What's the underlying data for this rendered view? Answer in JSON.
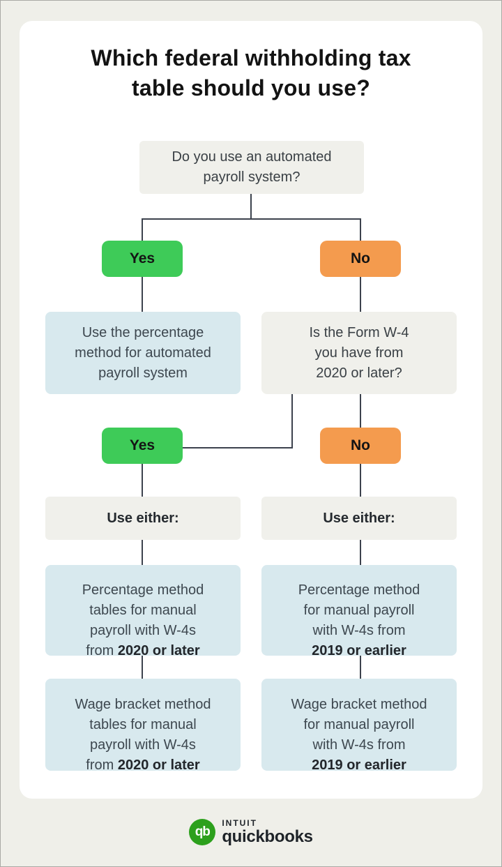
{
  "title": "Which federal withholding tax\ntable should you use?",
  "flowchart": {
    "question1": "Do you use an automated\npayroll system?",
    "branch1": {
      "yes": "Yes",
      "no": "No"
    },
    "result_automated": "Use the percentage\nmethod for automated\npayroll system",
    "question2": "Is the Form W-4\nyou have from\n2020 or later?",
    "branch2": {
      "yes": "Yes",
      "no": "No"
    },
    "use_either_left": "Use either:",
    "use_either_right": "Use either:",
    "percentage_left": {
      "text": "Percentage method\ntables for manual\npayroll with W-4s\nfrom ",
      "bold": "2020 or later"
    },
    "percentage_right": {
      "text": "Percentage method\nfor manual payroll\nwith W-4s from\n",
      "bold": "2019 or earlier"
    },
    "wage_left": {
      "text": "Wage bracket method\ntables for manual\npayroll with W-4s\nfrom ",
      "bold": "2020 or later"
    },
    "wage_right": {
      "text": "Wage bracket method\nfor manual payroll\nwith W-4s from\n",
      "bold": "2019 or earlier"
    }
  },
  "footer": {
    "monogram": "qb",
    "brand_top": "INTUIT",
    "brand_bottom": "quickbooks"
  },
  "colors": {
    "background": "#EFEFE9",
    "card": "#FFFFFF",
    "yes_green": "#3ECB58",
    "no_orange": "#F49B4E",
    "info_blue": "#D8E9EE",
    "neutral_gray": "#F0F0EB",
    "connector": "#3C424D",
    "logo_green": "#2CA01C"
  }
}
